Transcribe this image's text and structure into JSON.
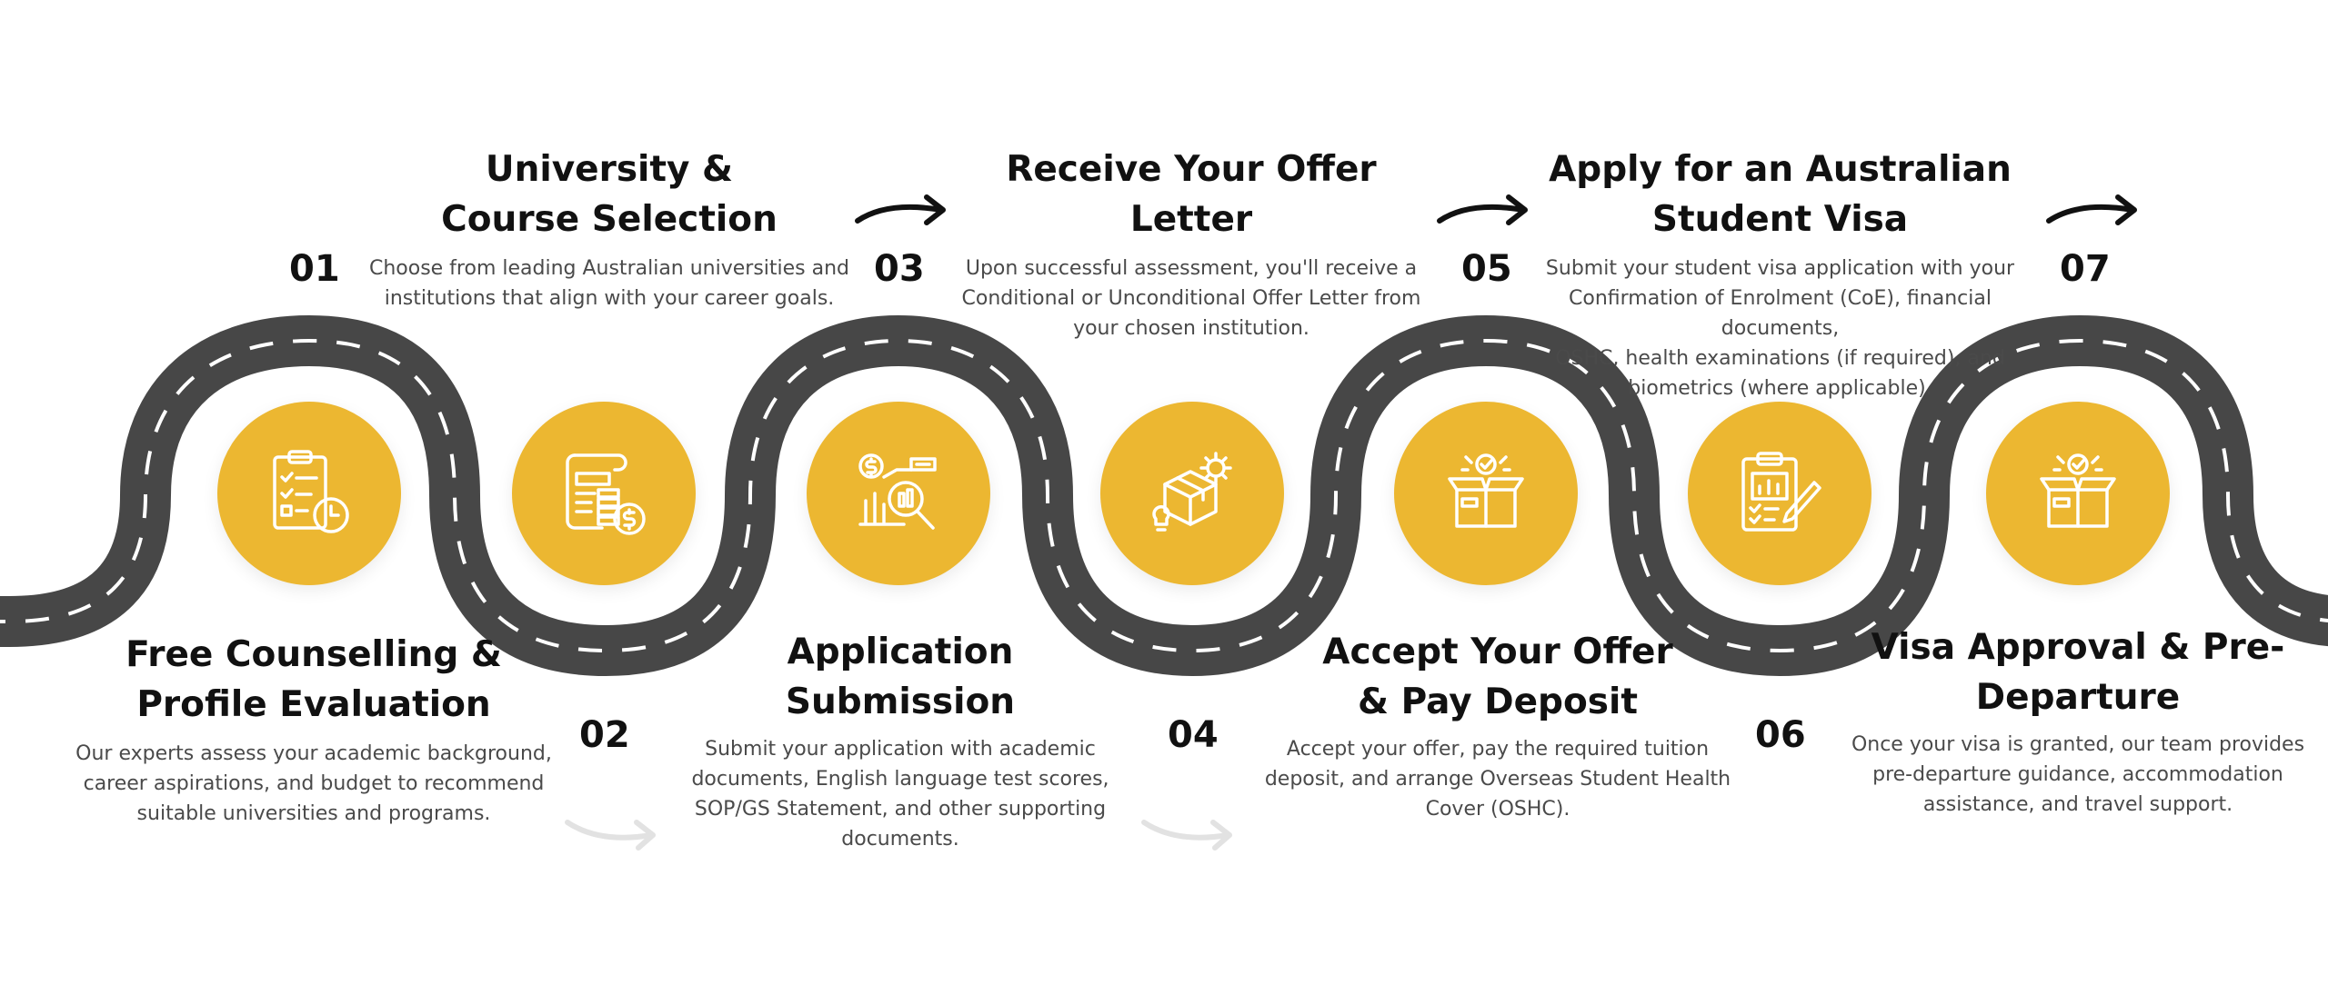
{
  "colors": {
    "accent": "#ECB731",
    "road": "#474747",
    "road_dash": "#ffffff",
    "arrow_dark": "#111111",
    "arrow_light": "#e2e2e2"
  },
  "steps": [
    {
      "number": "01",
      "title_line1": "Free Counselling &",
      "title_line2": "Profile Evaluation",
      "description": [
        "Our experts assess your academic background,",
        "career aspirations, and budget to recommend",
        "suitable universities and programs."
      ],
      "icon": "clipboard-checklist-clock-icon"
    },
    {
      "number": "02",
      "title_line1": "University &",
      "title_line2": "Course Selection",
      "description": [
        "Choose from leading Australian universities and",
        "institutions that align with your career goals."
      ],
      "icon": "scroll-coins-dollar-icon"
    },
    {
      "number": "03",
      "title_line1": "Application",
      "title_line2": "Submission",
      "description": [
        "Submit your application with academic",
        "documents, English language test scores,",
        "SOP/GS Statement, and other supporting",
        "documents."
      ],
      "icon": "analytics-magnifier-dollar-icon"
    },
    {
      "number": "04",
      "title_line1": "Receive Your Offer",
      "title_line2": "Letter",
      "description": [
        "Upon successful assessment, you'll receive a",
        "Conditional or Unconditional Offer Letter from",
        "your chosen institution."
      ],
      "icon": "package-gear-lightbulb-icon"
    },
    {
      "number": "05",
      "title_line1": "Accept Your Offer",
      "title_line2": "& Pay Deposit",
      "description": [
        "Accept your offer, pay the required tuition",
        "deposit, and arrange Overseas Student Health",
        "Cover (OSHC)."
      ],
      "icon": "open-box-check-icon"
    },
    {
      "number": "06",
      "title_line1": "Apply for an Australian",
      "title_line2": "Student Visa",
      "description": [
        "Submit your student visa application with your",
        "Confirmation of Enrolment (CoE), financial documents,",
        "OSHC, health examinations (if required), and",
        "biometrics (where applicable)."
      ],
      "icon": "clipboard-chart-pencil-icon"
    },
    {
      "number": "07",
      "title_line1": "Visa Approval & Pre-",
      "title_line2": "Departure",
      "description": [
        "Once your visa is granted, our team provides",
        "pre-departure guidance, accommodation",
        "assistance, and travel support."
      ],
      "icon": "open-box-check-icon"
    }
  ]
}
